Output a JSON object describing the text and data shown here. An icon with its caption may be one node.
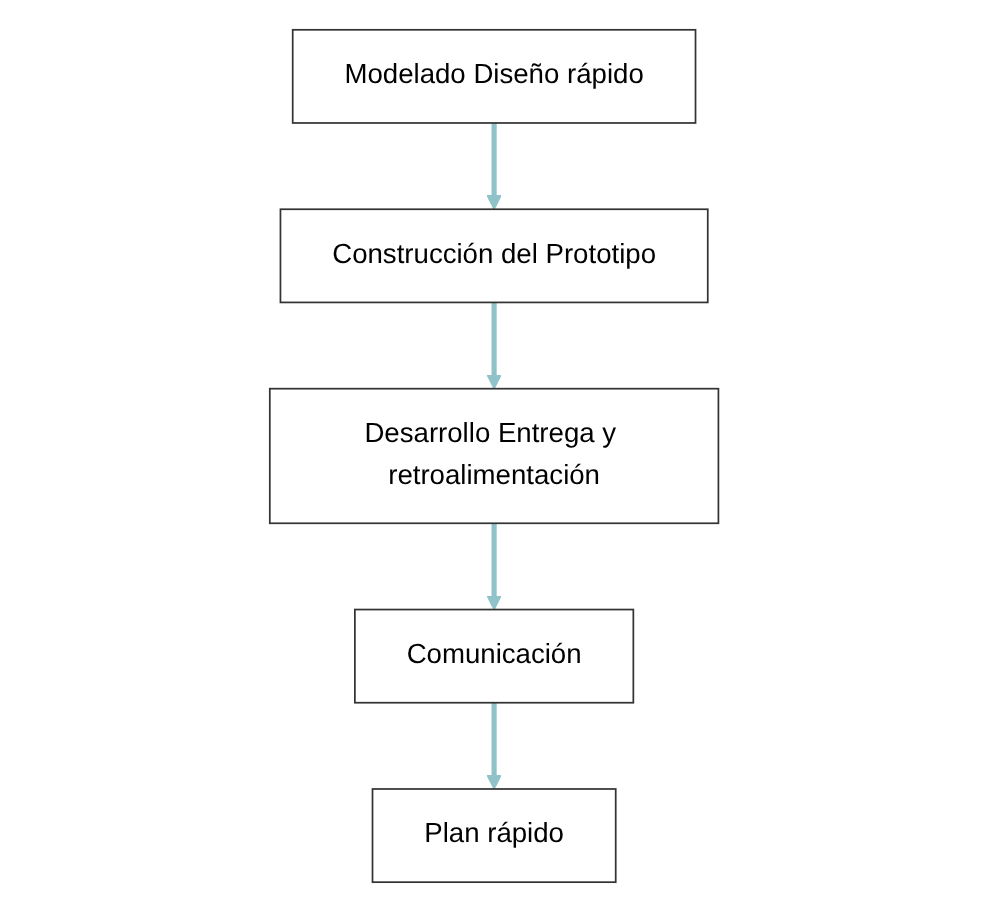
{
  "diagram": {
    "nodes": [
      {
        "text": [
          "Comunicación"
        ]
      },
      {
        "text": [
          "Plan rápido"
        ]
      },
      {
        "text": [
          "Modelado Diseño rápido"
        ]
      },
      {
        "text": [
          "Construcción del Prototipo"
        ]
      },
      {
        "text": [
          "Desarrollo Entrega y retroalimentación"
        ]
      }
    ],
    "edges": [
      {
        "from": 0,
        "to": 1,
        "arrow": "to"
      },
      {
        "from": 2,
        "to": 3,
        "arrow": "to"
      },
      {
        "from": 3,
        "to": 4,
        "arrow": "to"
      },
      {
        "from": 4,
        "to": 0,
        "arrow": "to"
      }
    ]
  }
}
